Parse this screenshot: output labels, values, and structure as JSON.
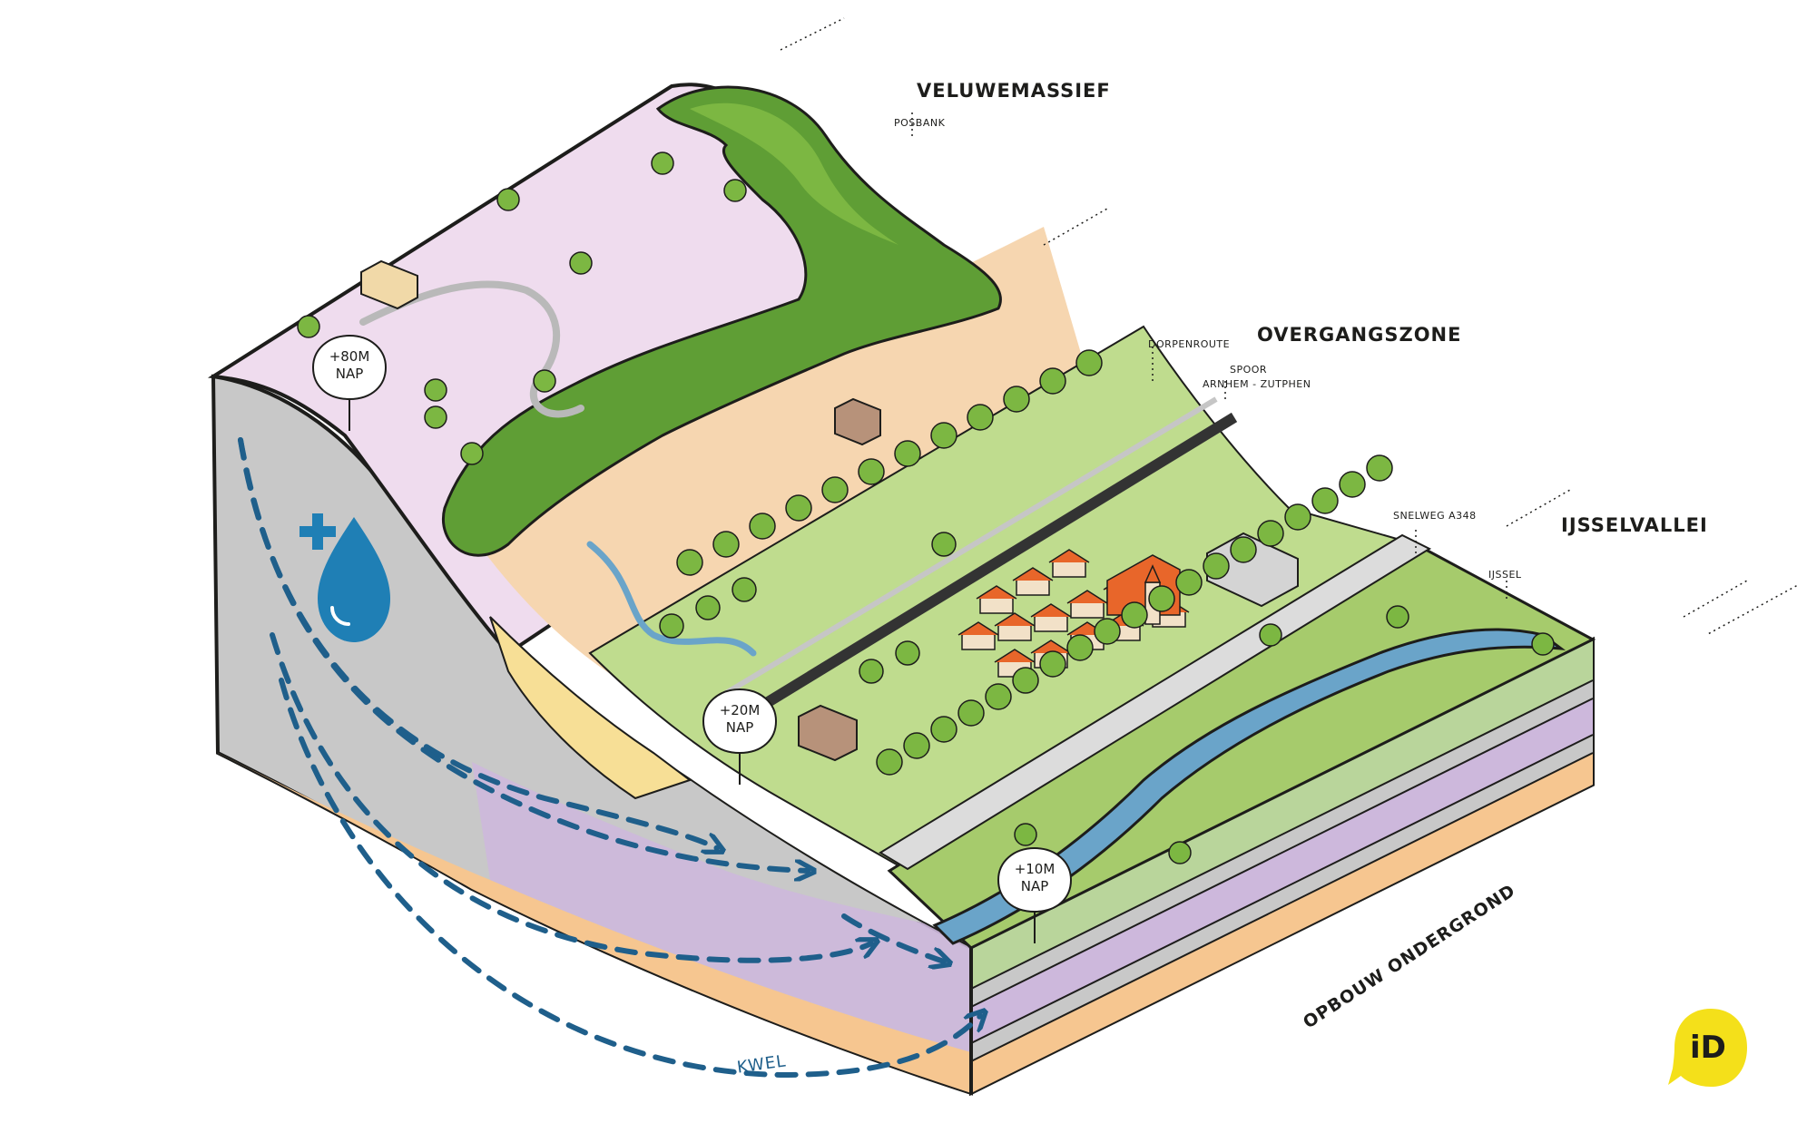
{
  "labels": {
    "veluwemassief": "VELUWEMASSIEF",
    "posbank": "POSBANK",
    "overgangszone": "OVERGANGSZONE",
    "dorpenroute": "DORPENROUTE",
    "spoor": "SPOOR",
    "arnhem_zutphen": "ARNHEM - ZUTPHEN",
    "snelweg": "SNELWEG A348",
    "ijsselvallei": "IJSSELVALLEI",
    "ijssel": "IJSSEL",
    "kwel": "KWEL",
    "opbouw": "OPBOUW ONDERGROND"
  },
  "markers": [
    {
      "line1": "+80M",
      "line2": "NAP"
    },
    {
      "line1": "+20M",
      "line2": "NAP"
    },
    {
      "line1": "+10M",
      "line2": "NAP"
    }
  ],
  "logo": {
    "text": "iD",
    "color": "#f4e01a"
  },
  "icons": {
    "water": "water-drop-plus-icon"
  },
  "colors": {
    "heath": "#efdcee",
    "forest": "#5f9e35",
    "forest_light": "#7cb742",
    "grass": "#bfdc8e",
    "grass_dark": "#a6cb6c",
    "river": "#6aa4c9",
    "slope_soil": "#f6d6b0",
    "sand": "#f7df96",
    "layer_grey": "#c8c8c8",
    "layer_purple": "#cdb8dc",
    "layer_green": "#b9d59b",
    "layer_orange": "#f6c690",
    "arrow": "#1f5f8b",
    "roof": "#e8662a"
  }
}
